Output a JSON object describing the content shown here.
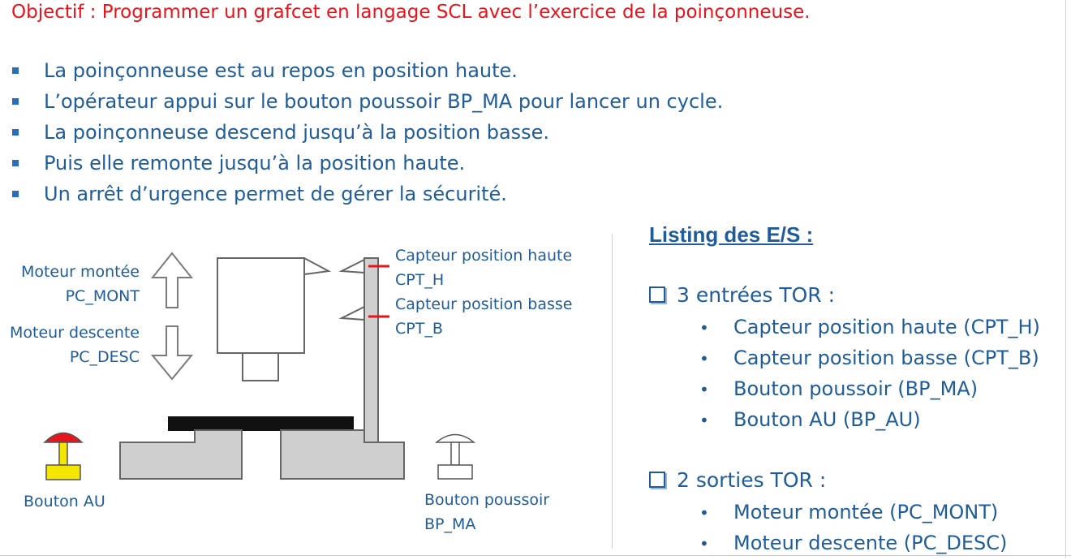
{
  "objective": "Objectif : Programmer un grafcet en langage SCL avec l’exercice de la poinçonneuse.",
  "bullets": [
    "La poinçonneuse est au repos en position haute.",
    "L’opérateur appui sur le bouton poussoir BP_MA pour lancer un cycle.",
    "La poinçonneuse descend jusqu’à la position basse.",
    "Puis elle remonte jusqu’à la position haute.",
    "Un arrêt d’urgence permet de gérer la sécurité."
  ],
  "diagram": {
    "motor_up_label": "Moteur montée",
    "motor_up_code": "PC_MONT",
    "motor_down_label": "Moteur descente",
    "motor_down_code": "PC_DESC",
    "sensor_high_label": "Capteur position haute",
    "sensor_high_code": "CPT_H",
    "sensor_low_label": "Capteur position basse",
    "sensor_low_code": "CPT_B",
    "au_button_label": "Bouton AU",
    "push_button_label": "Bouton poussoir",
    "push_button_code": "BP_MA"
  },
  "listing": {
    "title": "Listing des E/S :",
    "inputs_header": "3 entrées  TOR :",
    "inputs": [
      "Capteur position haute  (CPT_H)",
      "Capteur position basse (CPT_B)",
      "Bouton poussoir (BP_MA)",
      "Bouton AU (BP_AU)"
    ],
    "outputs_header": "2 sorties TOR :",
    "outputs": [
      "Moteur montée  (PC_MONT)",
      "Moteur descente  (PC_DESC)"
    ],
    "bullet_glyph": "•"
  },
  "colors": {
    "objective": "#e8141c",
    "text": "#1f5c99",
    "sensor_mark": "#e8141c",
    "au_head": "#e8141c",
    "au_body": "#f5e600"
  }
}
